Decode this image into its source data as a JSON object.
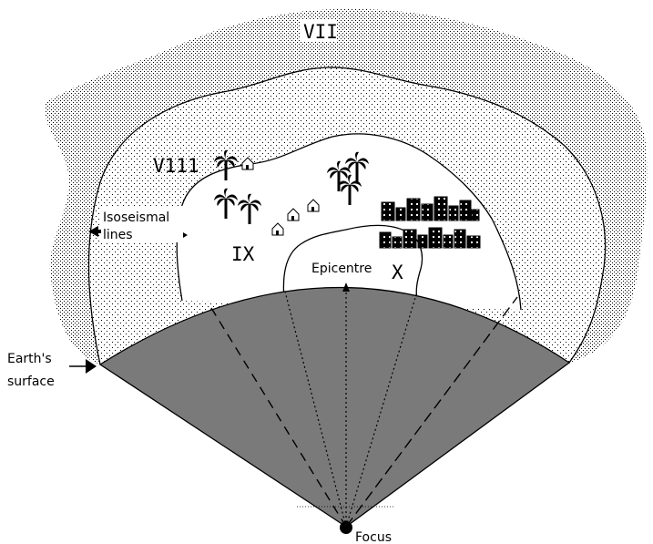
{
  "zones": {
    "vii": "VII",
    "viii": "V111",
    "ix": "IX",
    "x": "X"
  },
  "labels": {
    "isoseismal_line1": "Isoseismal",
    "isoseismal_line2": "lines",
    "epicentre": "Epicentre",
    "earths_surface_line1": "Earth's",
    "earths_surface_line2": "surface",
    "focus": "Focus"
  },
  "colors": {
    "stipple_dot": "#000000",
    "crust_fill": "#7a7a7a",
    "outline": "#000000",
    "background": "#ffffff"
  },
  "icons": {
    "tree": "palm-tree-icon",
    "house": "house-icon",
    "building": "building-icon"
  }
}
